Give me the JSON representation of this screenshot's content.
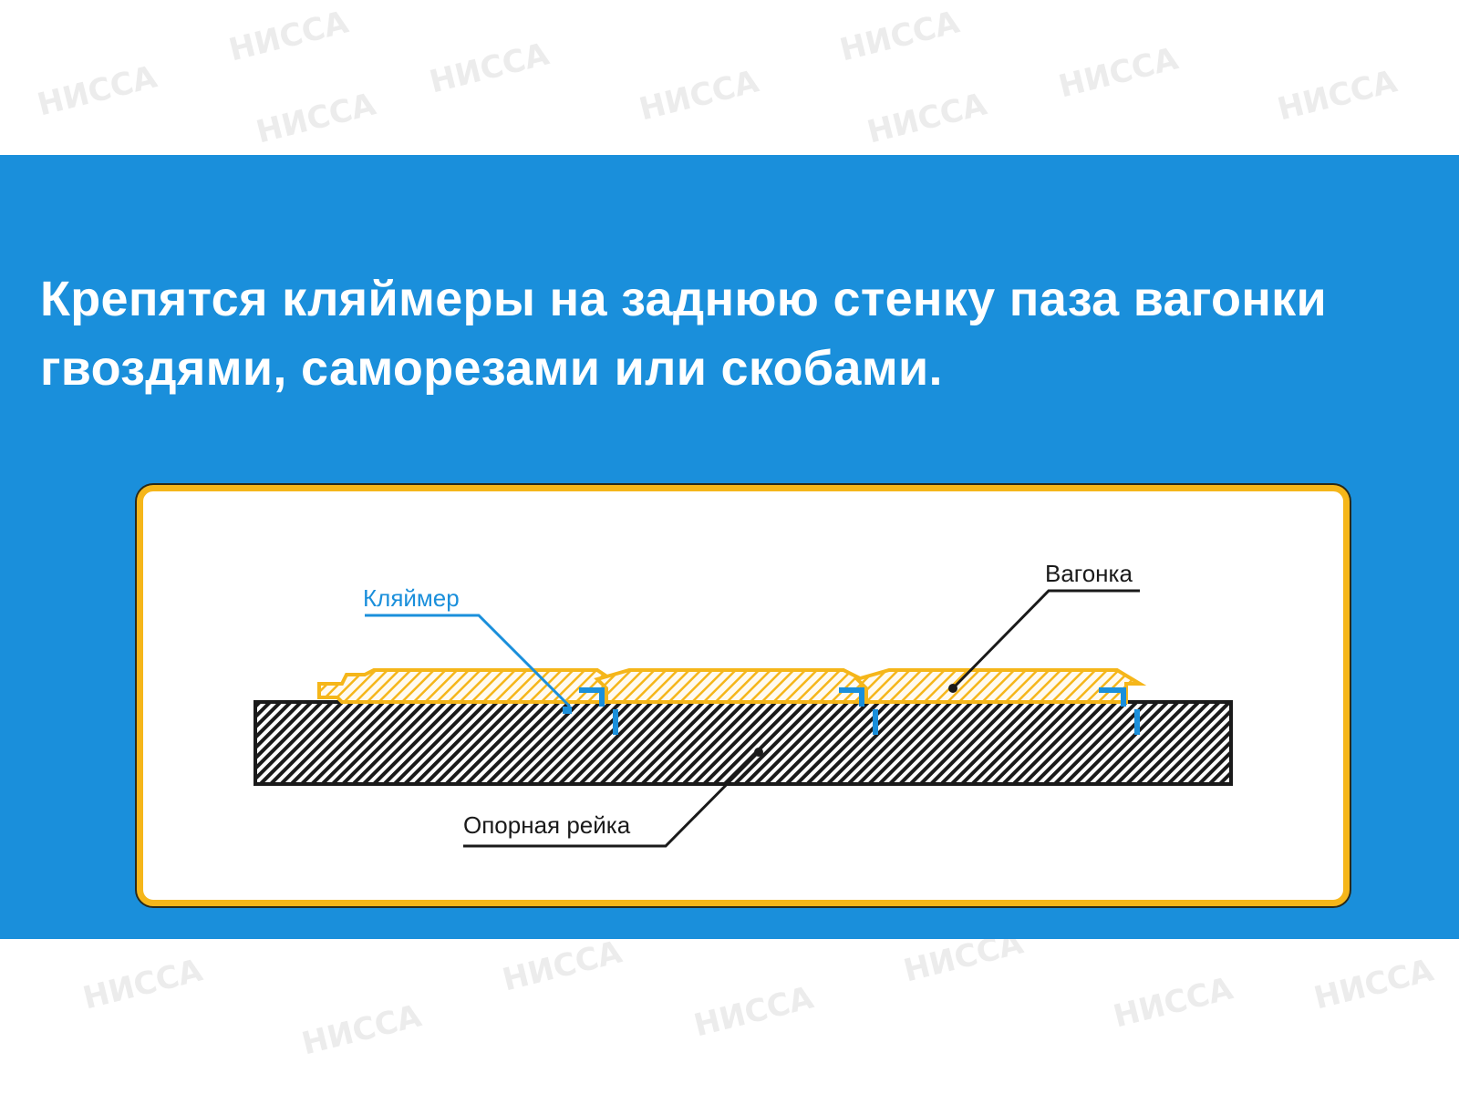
{
  "headline": {
    "line1": "Крепятся кляймеры на заднюю стенку паза вагонки",
    "line2": "гвоздями, саморезами или скобами."
  },
  "diagram": {
    "labels": {
      "clip": "Кляймер",
      "panel": "Вагонка",
      "batten": "Опорная рейка"
    },
    "colors": {
      "background_band": "#1a8fdb",
      "card_border": "#f5b61a",
      "panel_outline": "#f5b61a",
      "clip": "#1a8fdb",
      "batten_hatch": "#1a1a1a",
      "label_clip": "#1a8fdb",
      "label_dark": "#1a1a1a"
    }
  },
  "watermark": {
    "text": "НИССА"
  }
}
